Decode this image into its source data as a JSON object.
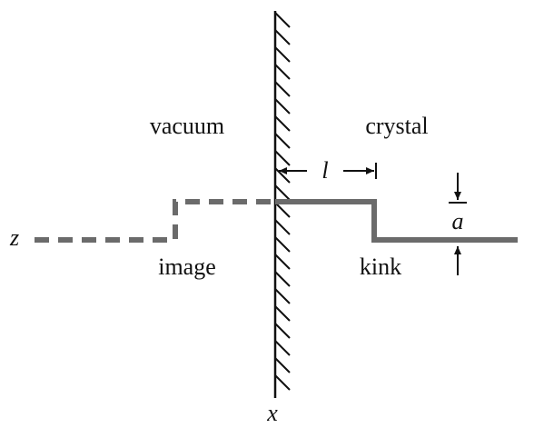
{
  "labels": {
    "vacuum": "vacuum",
    "crystal": "crystal",
    "image": "image",
    "kink": "kink",
    "axis_z": "z",
    "axis_x": "x",
    "length_l": "l",
    "height_a": "a"
  },
  "colors": {
    "kink_line": "#6b6b6b",
    "image_line": "#6b6b6b",
    "wall": "#111111",
    "text": "#111111"
  }
}
